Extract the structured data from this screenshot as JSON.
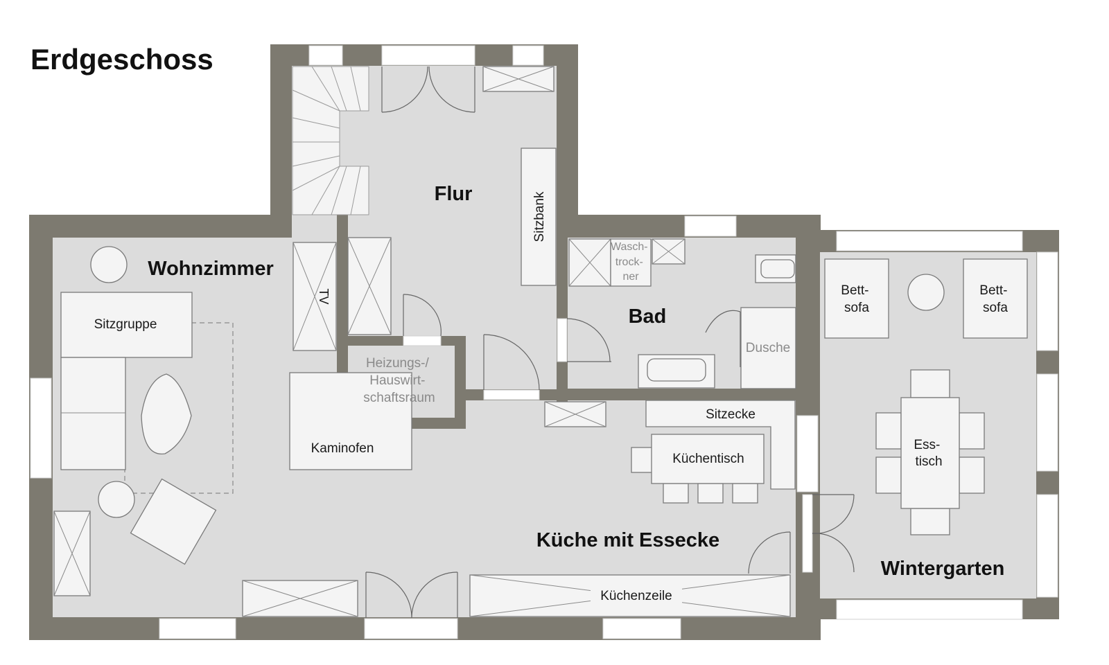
{
  "plan": {
    "title": "Erdgeschoss",
    "colors": {
      "wall": "#7d7a70",
      "floor": "#dcdcdc",
      "furniture": "#f4f4f4",
      "window": "#ffffff"
    },
    "rooms": {
      "flur": "Flur",
      "wohnzimmer": "Wohnzimmer",
      "bad": "Bad",
      "kueche": "Küche mit Essecke",
      "wintergarten": "Wintergarten",
      "heizung": [
        "Heizungs-/",
        "Hauswirt-",
        "schaftsraum"
      ]
    },
    "furniture": {
      "sitzbank": "Sitzbank",
      "tv": "TV",
      "sitzgruppe": "Sitzgruppe",
      "kaminofen": "Kaminofen",
      "waschtrockner": [
        "Wasch-",
        "trock-",
        "ner"
      ],
      "dusche": "Dusche",
      "sitzecke": "Sitzecke",
      "kuechentisch": "Küchentisch",
      "kuechenzeile": "Küchenzeile",
      "bettsofa": [
        "Bett-",
        "sofa"
      ],
      "esstisch": [
        "Ess-",
        "tisch"
      ]
    }
  }
}
